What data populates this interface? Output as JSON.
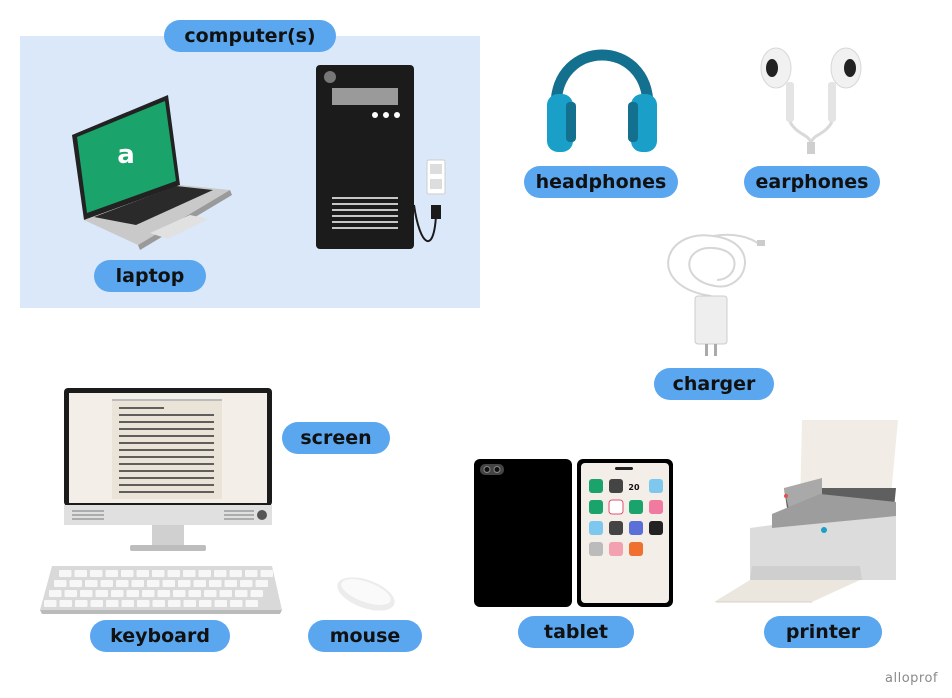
{
  "labels": {
    "computers": "computer(s)",
    "laptop": "laptop",
    "headphones": "headphones",
    "earphones": "earphones",
    "charger": "charger",
    "screen": "screen",
    "keyboard": "keyboard",
    "mouse": "mouse",
    "tablet": "tablet",
    "printer": "printer"
  },
  "laptop_logo": "a",
  "calendar_day": "20",
  "brand": "alloprof",
  "colors": {
    "label_pill": "#5aa7f0",
    "group_box": "#dbe8f9",
    "laptop_screen": "#1aa36a",
    "headphone_cushion": "#1aa0c8",
    "headphone_band": "#13708e",
    "dark_device": "#000000"
  }
}
